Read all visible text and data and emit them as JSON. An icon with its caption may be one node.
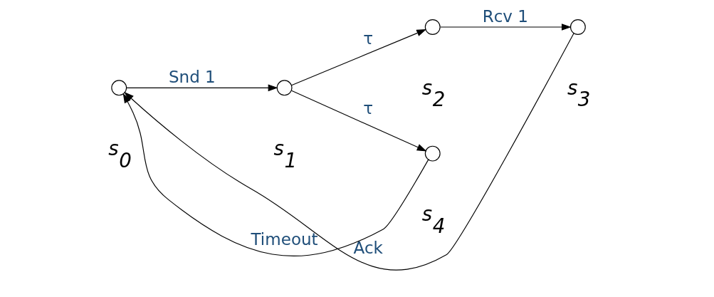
{
  "diagram": {
    "nodes": [
      {
        "text": [],
        "shape": "circle",
        "beside": [
          "s$_{0}$"
        ]
      },
      {
        "text": [],
        "shape": "circle",
        "beside": [
          "s$_{1}$"
        ]
      },
      {
        "text": [],
        "shape": "circle",
        "beside": [
          "s$_{2}$"
        ]
      },
      {
        "text": [],
        "shape": "circle",
        "beside": [
          "s$_{3}$"
        ]
      },
      {
        "text": [],
        "shape": "circle",
        "beside": [
          "s$_{4}$"
        ]
      }
    ],
    "edges": [
      {
        "from": 0,
        "to": 1,
        "arrow": "to",
        "label": "Snd 1"
      },
      {
        "from": 1,
        "to": 2,
        "arrow": "to",
        "label": "τ"
      },
      {
        "from": 2,
        "to": 3,
        "arrow": "to",
        "label": "Rcv 1"
      },
      {
        "from": 3,
        "to": 0,
        "arrow": "to",
        "label": "Ack"
      },
      {
        "from": 1,
        "to": 4,
        "arrow": "to",
        "label": "τ"
      },
      {
        "from": 4,
        "to": 0,
        "arrow": "to",
        "label": "Timeout"
      }
    ]
  }
}
